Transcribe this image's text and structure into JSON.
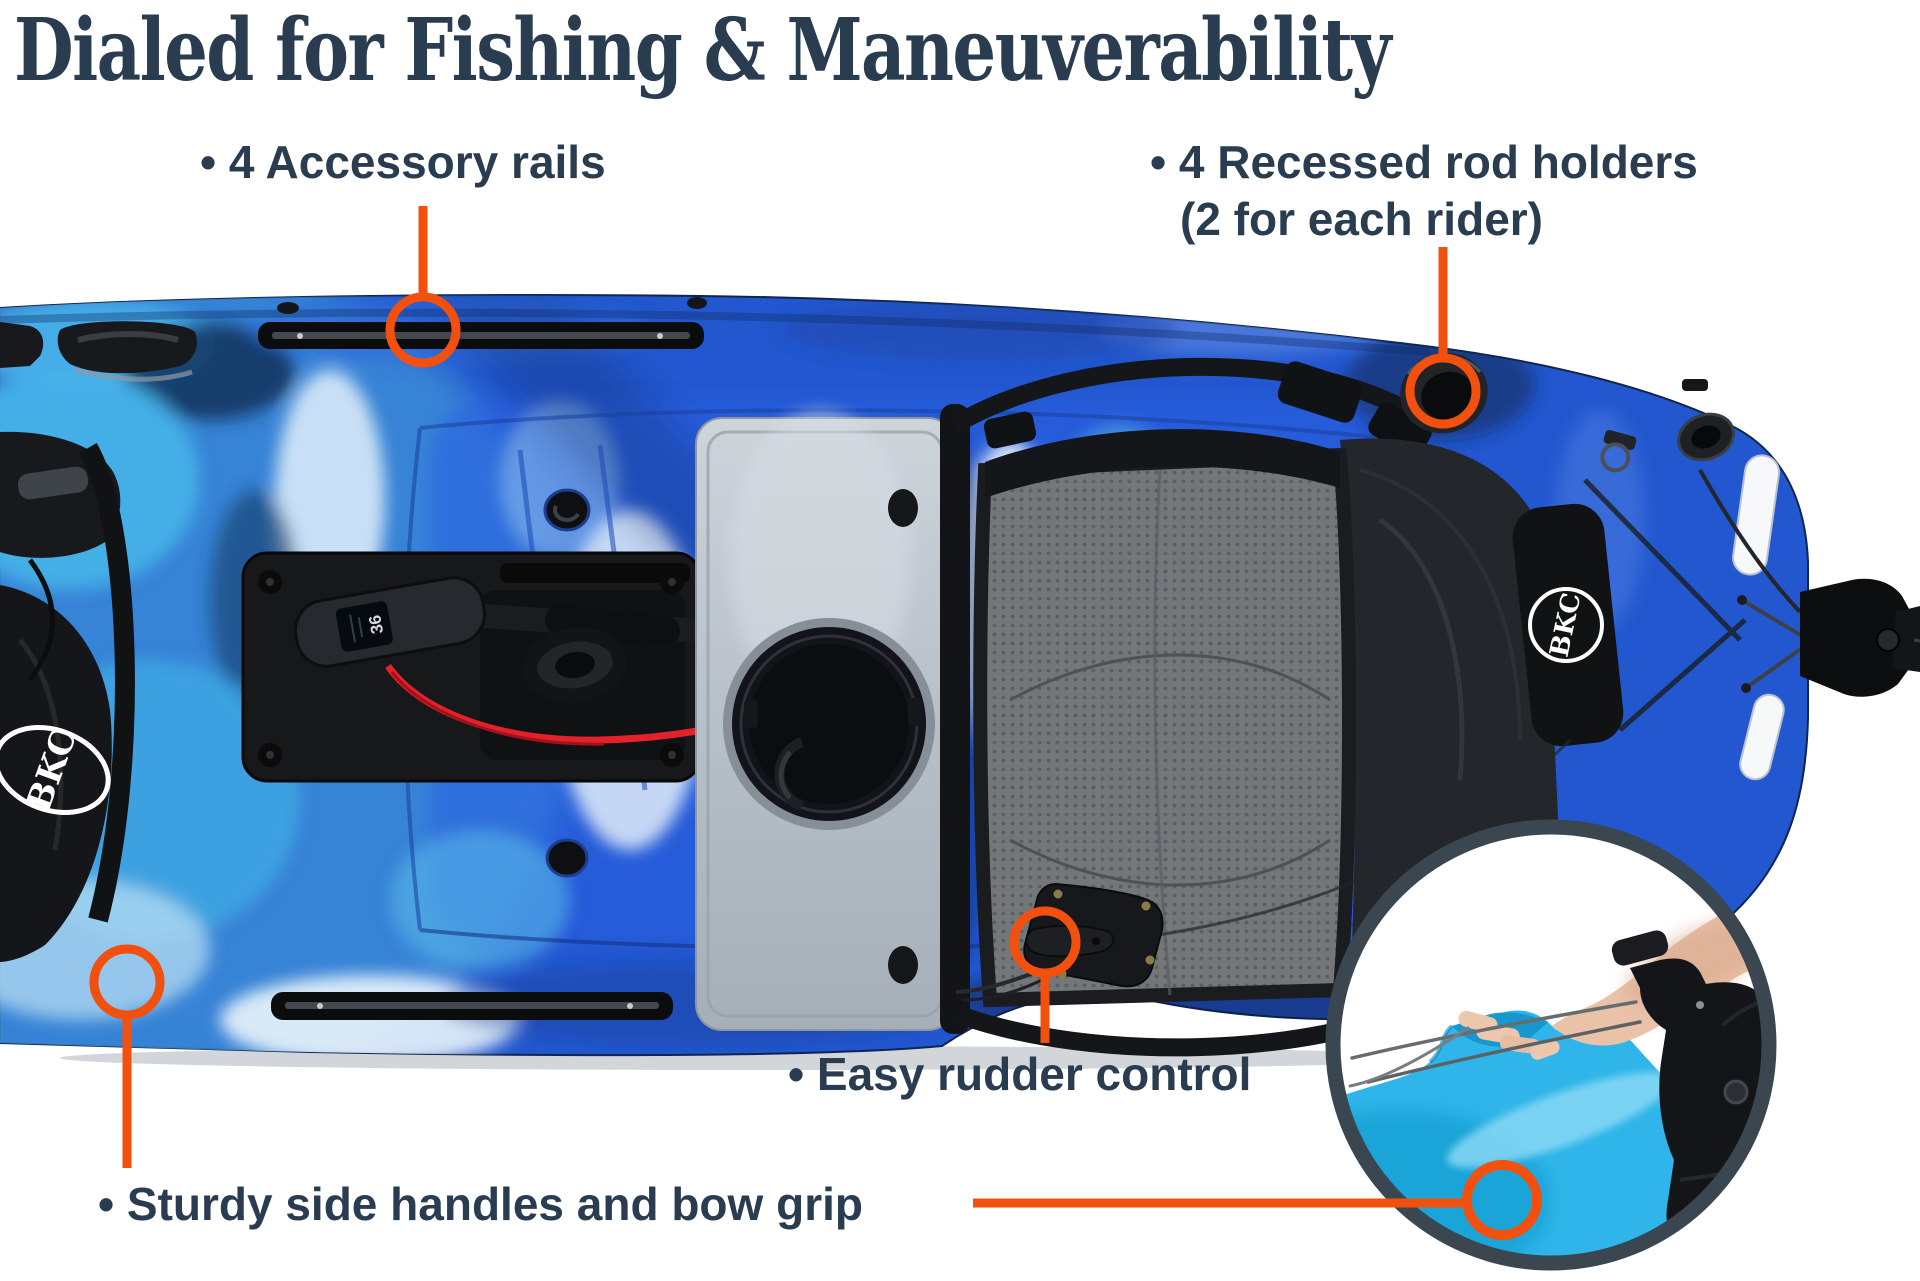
{
  "title": "Dialed for Fishing & Maneuverability",
  "callouts": {
    "accessory_rails": {
      "label": "• 4 Accessory rails"
    },
    "rod_holders": {
      "label": "• 4 Recessed rod holders",
      "sub_label": "(2 for each rider)"
    },
    "rudder_control": {
      "label": "• Easy rudder control"
    },
    "side_handles": {
      "label": "• Sturdy side handles and bow grip"
    }
  },
  "photo": {
    "brand_logo": "BKC",
    "motor_display_value": "36"
  },
  "colors": {
    "accent_orange": "#F2500F",
    "heading_navy": "#2A3C50",
    "hull_royal_blue": "#2257CF",
    "hull_sky_blue": "#45B1E8",
    "inset_ring_slate": "#3A4750",
    "inset_kayak_cyan": "#2FB5E9"
  }
}
